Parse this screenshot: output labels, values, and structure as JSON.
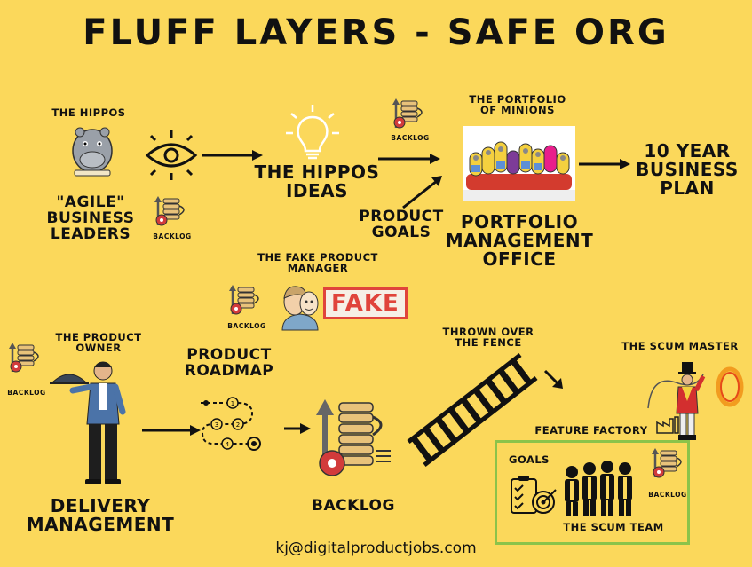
{
  "title": "FLUFF LAYERS - SAFE ORG",
  "email": "kj@digitalproductjobs.com",
  "labels": {
    "the_hippos": "THE HIPPOS",
    "agile_leaders": "\"AGILE\" BUSINESS LEADERS",
    "backlog_small": "BACKLOG",
    "hippos_ideas": "THE HIPPOS IDEAS",
    "product_goals": "PRODUCT GOALS",
    "portfolio_minions": "THE PORTFOLIO OF MINIONS",
    "pmo": "PORTFOLIO MANAGEMENT OFFICE",
    "ten_year_plan": "10 YEAR BUSINESS PLAN",
    "fake_pm": "THE FAKE PRODUCT MANAGER",
    "fake_stamp": "FAKE",
    "product_owner": "THE PRODUCT OWNER",
    "product_roadmap": "PRODUCT ROADMAP",
    "delivery_management": "DELIVERY MANAGEMENT",
    "backlog_large": "BACKLOG",
    "thrown_over_fence": "THROWN OVER THE FENCE",
    "scum_master": "THE SCUM MASTER",
    "feature_factory": "FEATURE FACTORY",
    "goals": "GOALS",
    "scum_team": "THE SCUM TEAM"
  },
  "roadmap_steps": [
    "1",
    "2",
    "3",
    "4"
  ],
  "colors": {
    "background": "#FBD85B",
    "text": "#111111",
    "fake_red": "#E0443B",
    "box_green": "#8BC34A"
  }
}
